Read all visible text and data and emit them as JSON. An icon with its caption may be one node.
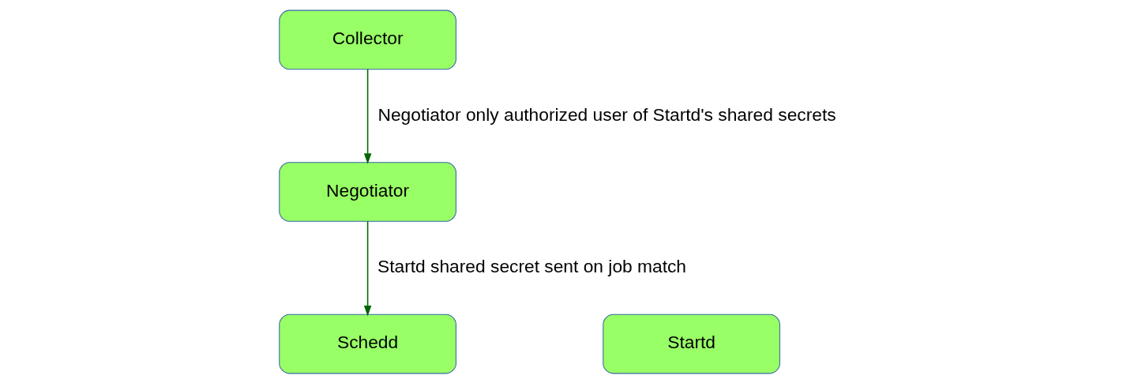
{
  "diagram": {
    "nodes": [
      {
        "text": [
          "Collector"
        ]
      },
      {
        "text": [
          "Negotiator"
        ]
      },
      {
        "text": [
          "Schedd"
        ]
      },
      {
        "text": [
          "Startd"
        ]
      }
    ],
    "edges": [
      {
        "from": 0,
        "to": 1,
        "arrow": "to",
        "label": "Negotiator only authorized user of Startd's shared secrets",
        "color": "#006400"
      },
      {
        "from": 1,
        "to": 2,
        "arrow": "to",
        "label": "Startd shared secret sent on job match",
        "color": "#006400"
      }
    ]
  }
}
